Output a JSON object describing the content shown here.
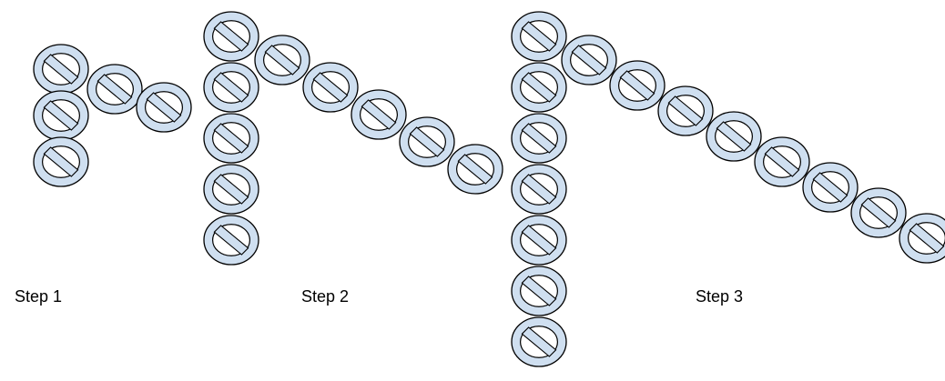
{
  "steps": [
    {
      "label": "Step 1",
      "column_count": 3,
      "diagonal_count": 2
    },
    {
      "label": "Step 2",
      "column_count": 5,
      "diagonal_count": 5
    },
    {
      "label": "Step 3",
      "column_count": 7,
      "diagonal_count": 8
    }
  ],
  "colors": {
    "token_fill": "#cfdff0",
    "token_stroke": "#000000",
    "label_text": "#000000"
  },
  "icon": "prohibited-sign-icon"
}
